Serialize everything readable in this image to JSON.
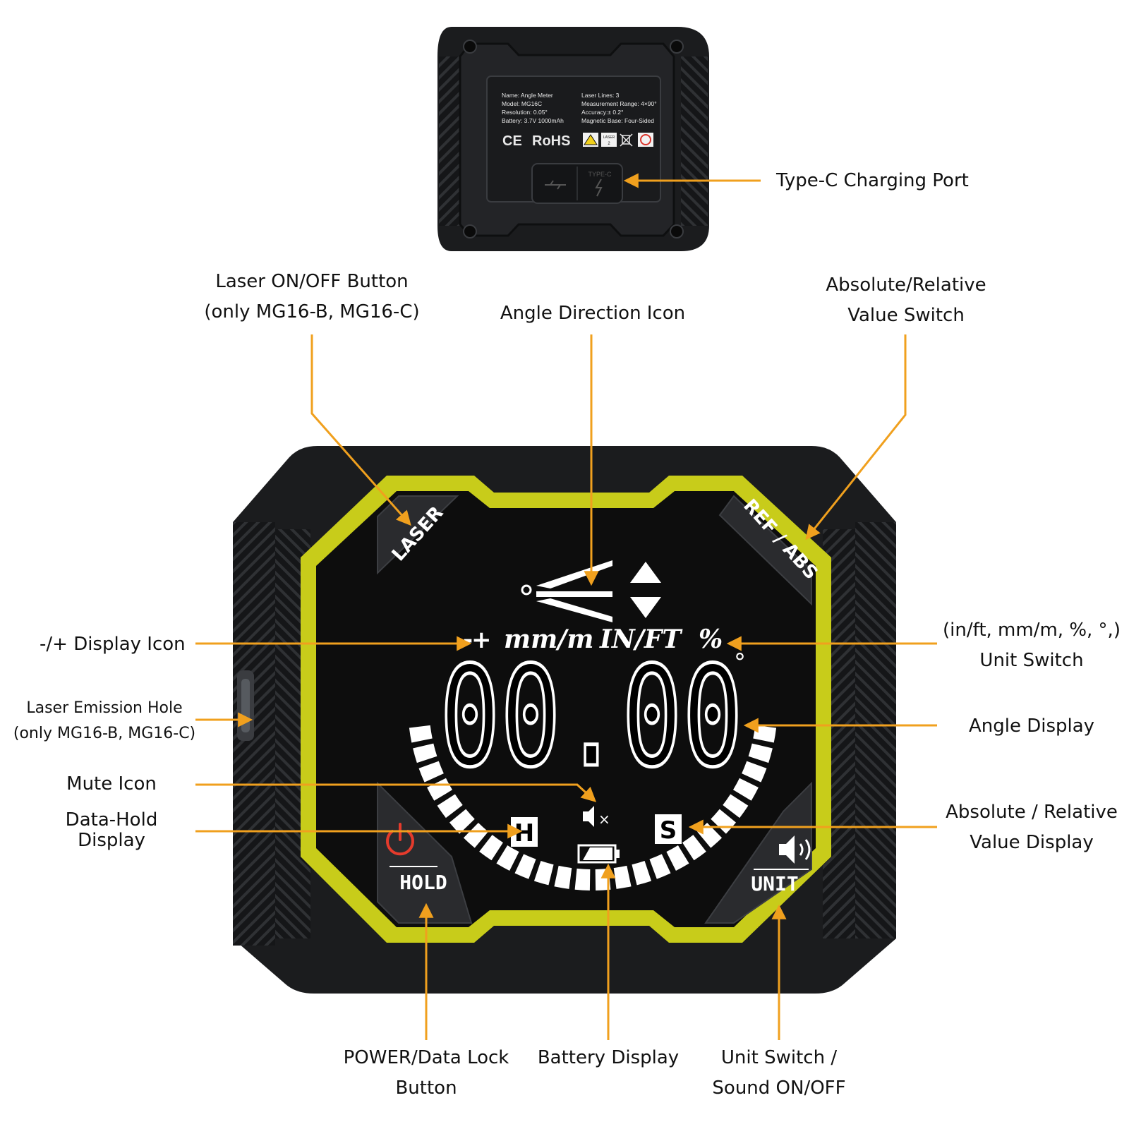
{
  "colors": {
    "callout": "#f0a01e",
    "accent": "#c8cc1a",
    "body": "#1b1c1e",
    "screen": "#000000",
    "power_icon": "#e53b2c"
  },
  "back_panel": {
    "name": "Name: Angle Meter",
    "model": "Model: MG16C",
    "resolution": "Resolution: 0.05°",
    "battery": "Battery: 3.7V 1000mAh",
    "laser_lines": "Laser Lines: 3",
    "range": "Measurement Range: 4×90°",
    "accuracy": "Accuracy:± 0.2°",
    "magnetic": "Magnetic Base: Four-Sided",
    "ce": "CE",
    "rohs": "RoHS",
    "laser_tag": "LASER",
    "laser_num": "2",
    "port_label": "TYPE-C"
  },
  "device": {
    "laser_button": "LASER",
    "ref_abs_button": "REF / ABS",
    "hold_button": "HOLD",
    "unit_button": "UNIT",
    "minus": "-",
    "plus": "+",
    "unit_mm": "mm/m",
    "unit_in": "IN/FT",
    "unit_pct": "%",
    "reading": "00.00",
    "degree": "°",
    "hold_icon": "H",
    "s_icon": "S",
    "mute_x": "×"
  },
  "labels": {
    "type_c": "Type-C Charging Port",
    "laser_btn_1": "Laser ON/OFF Button",
    "laser_btn_2": "(only MG16-B, MG16-C)",
    "angle_dir": "Angle Direction Icon",
    "abs_rel_1": "Absolute/Relative",
    "abs_rel_2": "Value Switch",
    "minus_plus": "-/+ Display Icon",
    "unit_sw_1": "(in/ft, mm/m, %, °,)",
    "unit_sw_2": "Unit Switch",
    "laser_hole_1": "Laser Emission Hole",
    "laser_hole_2": "(only MG16-B, MG16-C)",
    "angle_disp": "Angle Display",
    "mute": "Mute Icon",
    "hold_1": "Data-Hold",
    "hold_2": "Display",
    "abs_disp_1": "Absolute / Relative",
    "abs_disp_2": "Value Display",
    "power_1": "POWER/Data Lock",
    "power_2": "Button",
    "battery": "Battery Display",
    "unit_sound_1": "Unit Switch /",
    "unit_sound_2": "Sound ON/OFF"
  }
}
